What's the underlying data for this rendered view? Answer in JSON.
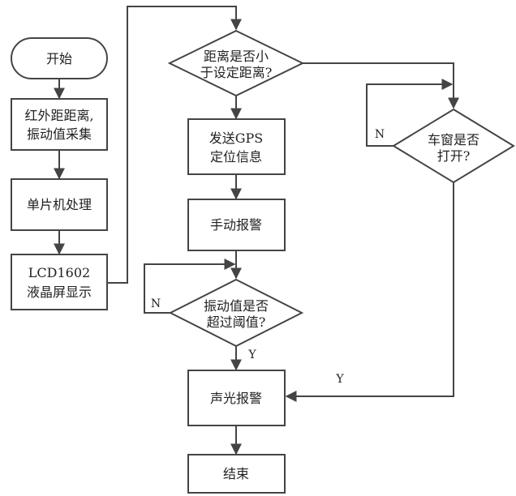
{
  "nodes": {
    "start": {
      "text": "开始"
    },
    "sensor": {
      "line1": "红外距距离,",
      "line2": "振动值采集"
    },
    "mcu": {
      "text": "单片机处理"
    },
    "lcd": {
      "line1": "LCD1602",
      "line2": "液晶屏显示"
    },
    "distance_check": {
      "line1": "距离是否小",
      "line2": "于设定距离?"
    },
    "gps": {
      "line1": "发送GPS",
      "line2": "定位信息"
    },
    "manual_alarm": {
      "text": "手动报警"
    },
    "vibration_check": {
      "line1": "振动值是否",
      "line2": "超过阈值?"
    },
    "window_check": {
      "line1": "车窗是否",
      "line2": "打开?"
    },
    "sound_light": {
      "text": "声光报警"
    },
    "end": {
      "text": "结束"
    }
  },
  "edge_labels": {
    "vibration_no": "N",
    "vibration_yes": "Y",
    "window_no": "N",
    "window_yes": "Y"
  }
}
